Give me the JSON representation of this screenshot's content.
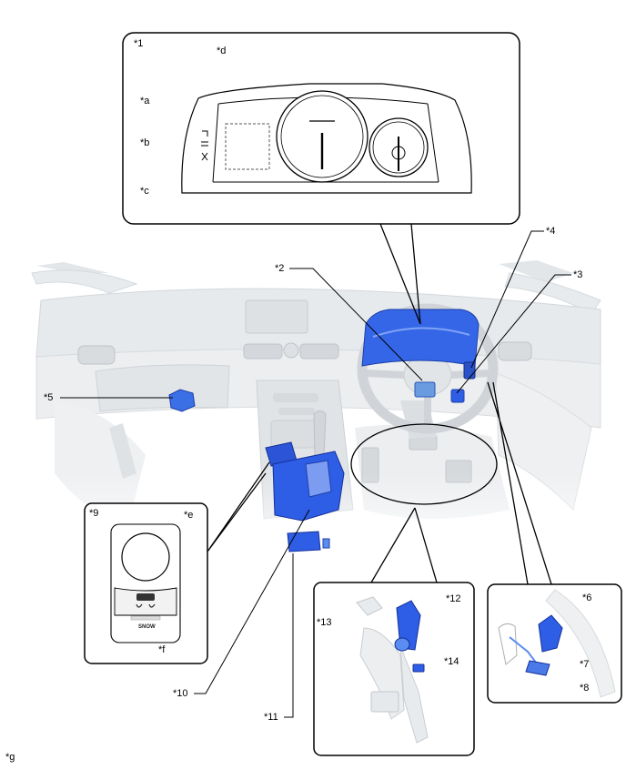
{
  "labels": {
    "n1": "*1",
    "n2": "*2",
    "n3": "*3",
    "n4": "*4",
    "n5": "*5",
    "n6": "*6",
    "n7": "*7",
    "n8": "*8",
    "n9": "*9",
    "n10": "*10",
    "n11": "*11",
    "n12": "*12",
    "n13": "*13",
    "n14": "*14",
    "a": "*a",
    "b": "*b",
    "c": "*c",
    "d": "*d",
    "e": "*e",
    "f": "*f",
    "g": "*g"
  },
  "switch_panel": {
    "button_text": "SNOW"
  },
  "colors": {
    "highlight": "#2f5ee6",
    "highlight_light": "#5b8cf0",
    "interior": "#e6e9ec",
    "interior_edge": "#cfd4d8",
    "outline": "#000000"
  }
}
